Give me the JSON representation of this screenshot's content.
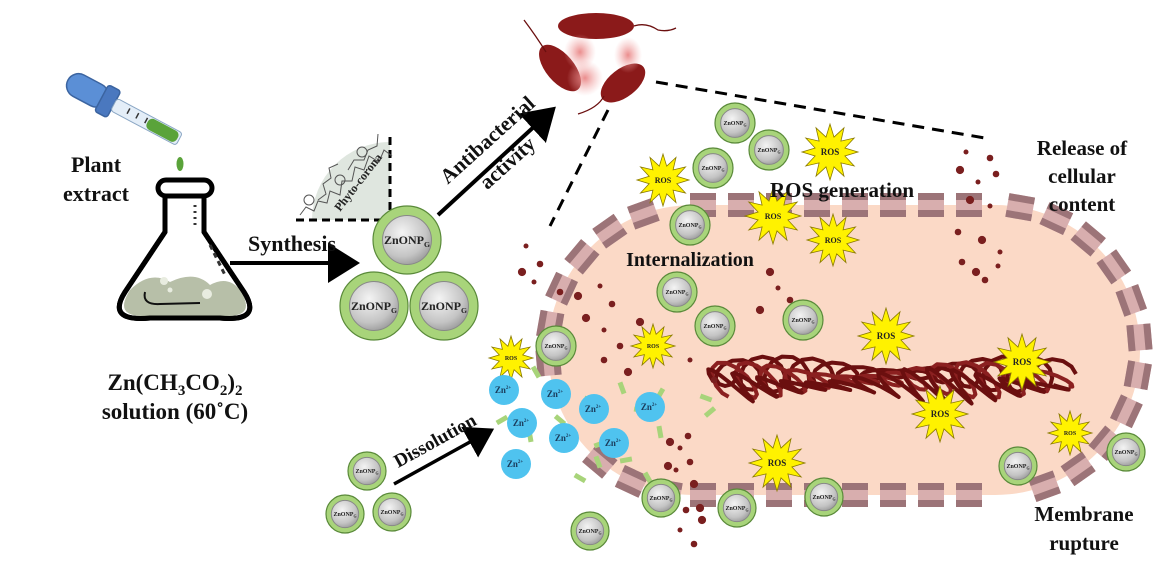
{
  "labels": {
    "plant_extract": [
      "Plant",
      "extract"
    ],
    "precursor": {
      "formula_main": "Zn(CH",
      "sub1": "3",
      "formula_mid": "CO",
      "sub2": "2",
      "formula_end": ")",
      "sub3": "2",
      "condition": "solution (60˚C)"
    },
    "synthesis": "Synthesis",
    "phyto_corona": "Phyto-corona",
    "antibacterial": [
      "Antibacterial",
      "activity"
    ],
    "ros_generation": "ROS generation",
    "release": [
      "Release of",
      "cellular",
      "content"
    ],
    "internalization": "Internalization",
    "dissolution": "Dissolution",
    "membrane_rupture": [
      "Membrane",
      "rupture"
    ]
  },
  "nanoparticle": {
    "name": "ZnONP",
    "subscript": "G"
  },
  "ros": "ROS",
  "zinc_ion": {
    "symbol": "Zn",
    "charge": "2+"
  },
  "colors": {
    "np_shell": "#a8d47a",
    "np_shell_stroke": "#5a8a3a",
    "np_core": "#c8c8c8",
    "ros_fill": "#fff200",
    "ros_stroke": "#8a7a00",
    "zn_ion": "#4fc3ef",
    "cytoplasm": "#fbd9c6",
    "membrane_dark": "#9c7478",
    "membrane_light": "#d8aeae",
    "bacteria": "#8b1a1a",
    "dna": "#6b0f0f",
    "dots": "#7a1f1f",
    "extract_green": "#5aa33a",
    "dropper_blue": "#5b8fd6",
    "flask_liquid": "#b7bfa8"
  }
}
